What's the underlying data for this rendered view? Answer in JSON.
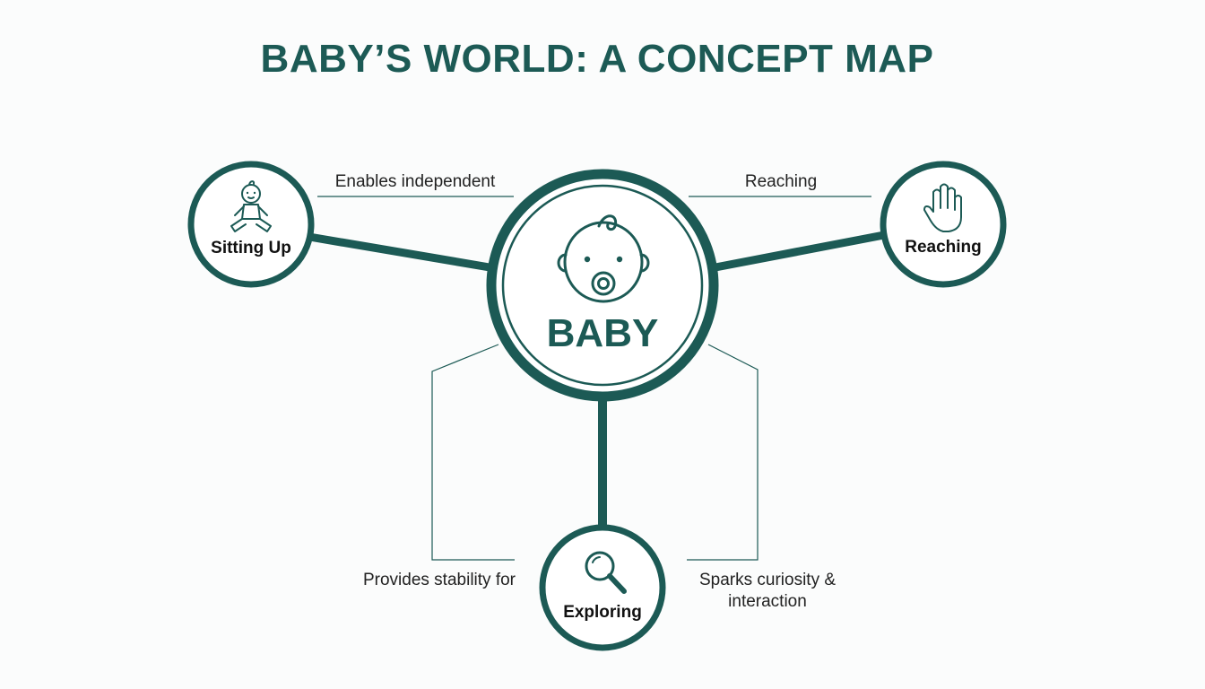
{
  "title": "BABY’S WORLD: A CONCEPT MAP",
  "center": {
    "label": "BABY",
    "icon": "baby-face-pacifier-icon"
  },
  "nodes": [
    {
      "id": "sitting-up",
      "label": "Sitting Up",
      "icon": "sitting-baby-icon"
    },
    {
      "id": "reaching",
      "label": "Reaching",
      "icon": "hand-icon"
    },
    {
      "id": "exploring",
      "label": "Exploring",
      "icon": "magnifier-icon"
    }
  ],
  "edge_labels": {
    "sitting_up": "Enables independent",
    "reaching": "Reaching",
    "exploring_left": "Provides stability for",
    "exploring_right_line1": "Sparks curiosity &",
    "exploring_right_line2": "interaction"
  },
  "colors": {
    "primary": "#1c5a55",
    "background": "#fbfcfc",
    "text": "#111111"
  }
}
